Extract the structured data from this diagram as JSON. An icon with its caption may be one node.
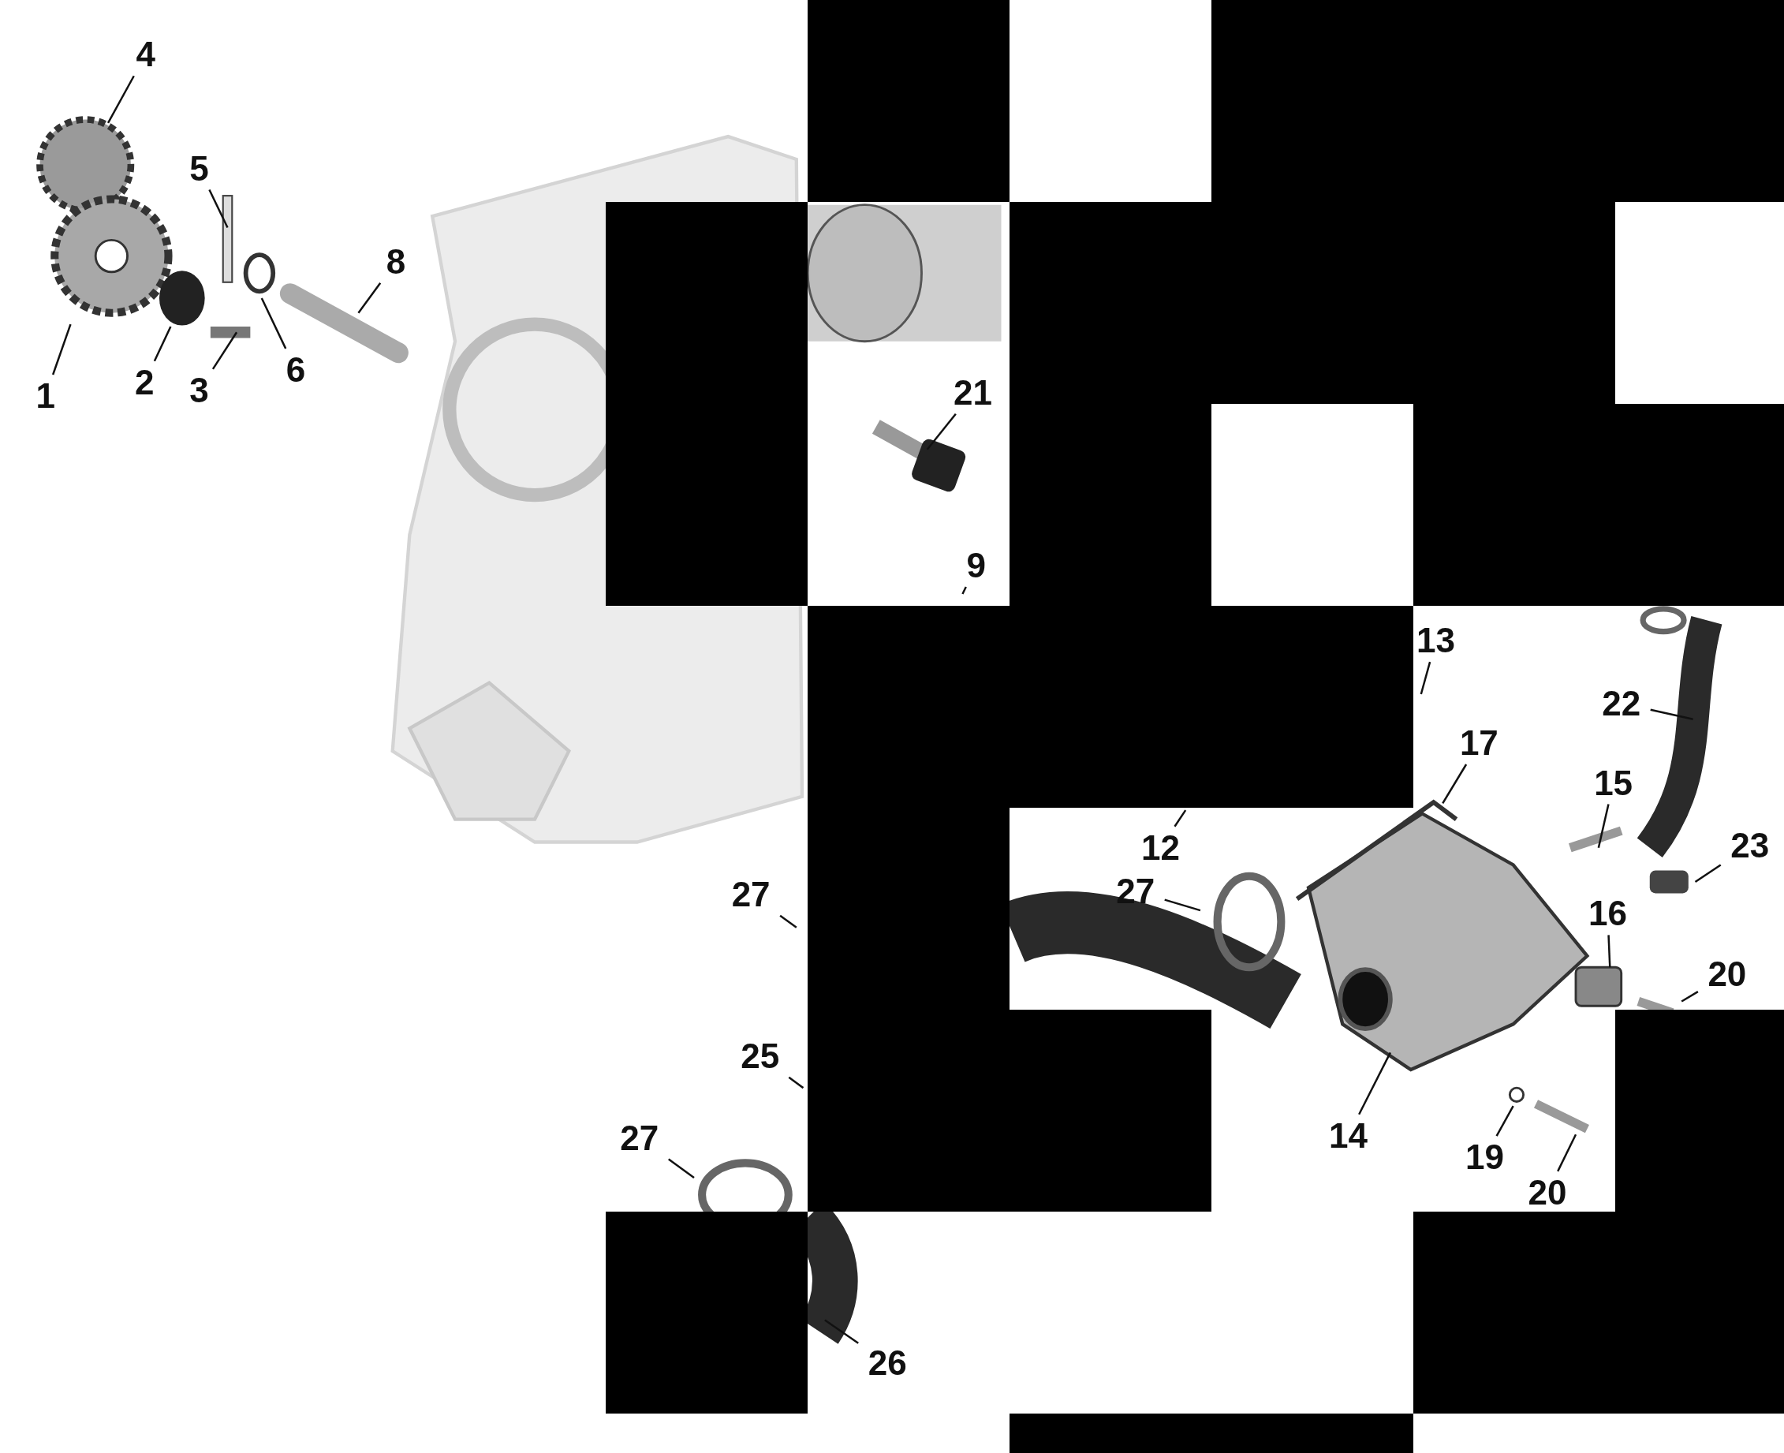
{
  "diagram": {
    "nodes": [
      {
        "text": [
          "4"
        ]
      },
      {
        "text": [
          "5"
        ]
      },
      {
        "text": [
          "8"
        ]
      },
      {
        "text": [
          "2"
        ]
      },
      {
        "text": [
          "1"
        ]
      },
      {
        "text": [
          "3"
        ]
      },
      {
        "text": [
          "6"
        ]
      },
      {
        "text": [
          "21"
        ]
      },
      {
        "text": [
          "9"
        ]
      },
      {
        "text": [
          "13"
        ]
      },
      {
        "text": [
          "22"
        ]
      },
      {
        "text": [
          "17"
        ]
      },
      {
        "text": [
          "15"
        ]
      },
      {
        "text": [
          "12"
        ]
      },
      {
        "text": [
          "23"
        ]
      },
      {
        "text": [
          "27"
        ]
      },
      {
        "text": [
          "27"
        ]
      },
      {
        "text": [
          "16"
        ]
      },
      {
        "text": [
          "20"
        ]
      },
      {
        "text": [
          "25"
        ]
      },
      {
        "text": [
          "14"
        ]
      },
      {
        "text": [
          "19"
        ]
      },
      {
        "text": [
          "27"
        ]
      },
      {
        "text": [
          "20"
        ]
      },
      {
        "text": [
          "26"
        ]
      }
    ],
    "edges": [
      {
        "from": 0,
        "to": null,
        "arrow": "none"
      },
      {
        "from": 1,
        "to": null,
        "arrow": "none"
      },
      {
        "from": 2,
        "to": null,
        "arrow": "none"
      },
      {
        "from": 3,
        "to": null,
        "arrow": "none"
      },
      {
        "from": 4,
        "to": null,
        "arrow": "none"
      },
      {
        "from": 5,
        "to": null,
        "arrow": "none"
      },
      {
        "from": 6,
        "to": null,
        "arrow": "none"
      },
      {
        "from": 7,
        "to": null,
        "arrow": "none"
      },
      {
        "from": 8,
        "to": null,
        "arrow": "none"
      },
      {
        "from": 9,
        "to": null,
        "arrow": "none"
      },
      {
        "from": 10,
        "to": null,
        "arrow": "none"
      },
      {
        "from": 11,
        "to": null,
        "arrow": "none"
      },
      {
        "from": 12,
        "to": null,
        "arrow": "none"
      },
      {
        "from": 13,
        "to": null,
        "arrow": "none"
      },
      {
        "from": 14,
        "to": null,
        "arrow": "none"
      },
      {
        "from": 15,
        "to": null,
        "arrow": "none"
      },
      {
        "from": 16,
        "to": null,
        "arrow": "none"
      },
      {
        "from": 17,
        "to": null,
        "arrow": "none"
      },
      {
        "from": 18,
        "to": null,
        "arrow": "none"
      },
      {
        "from": 19,
        "to": null,
        "arrow": "none"
      },
      {
        "from": 20,
        "to": null,
        "arrow": "none"
      },
      {
        "from": 21,
        "to": null,
        "arrow": "none"
      },
      {
        "from": 22,
        "to": null,
        "arrow": "none"
      },
      {
        "from": 23,
        "to": null,
        "arrow": "none"
      },
      {
        "from": 24,
        "to": null,
        "arrow": "none"
      }
    ]
  }
}
